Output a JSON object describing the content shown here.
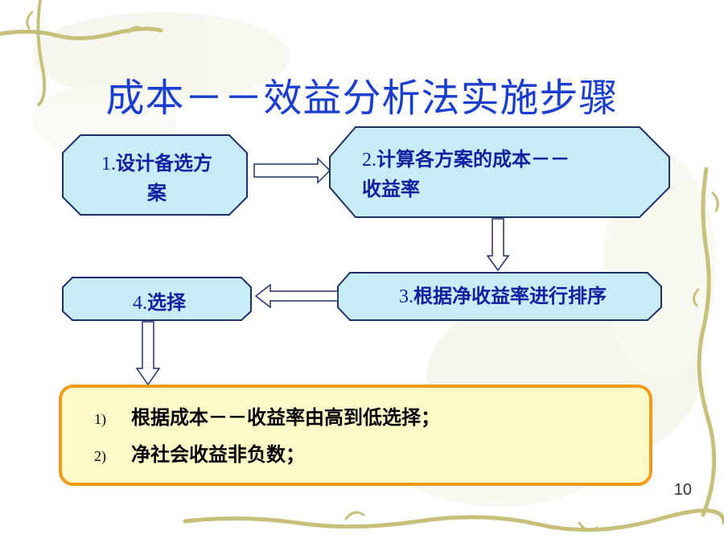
{
  "slide": {
    "title": "成本－－效益分析法实施步骤",
    "page_number": "10"
  },
  "steps": [
    {
      "num": "1.",
      "text_line1": "设计备选方",
      "text_line2": "案"
    },
    {
      "num": "2.",
      "text_line1": "计算各方案的成本－－",
      "text_line2": "收益率"
    },
    {
      "num": "3.",
      "text": "根据净收益率进行排序"
    },
    {
      "num": "4.",
      "text": "选择"
    }
  ],
  "criteria": [
    {
      "marker": "1)",
      "text": "根据成本－－收益率由高到低选择；"
    },
    {
      "marker": "2)",
      "text": "净社会收益非负数；"
    }
  ],
  "colors": {
    "title": "#1a3ecf",
    "node_fill": "#c8ecf8",
    "node_stroke": "#1e2f6e",
    "criteria_fill": "#fffbc8",
    "criteria_border": "#f29a1a"
  }
}
